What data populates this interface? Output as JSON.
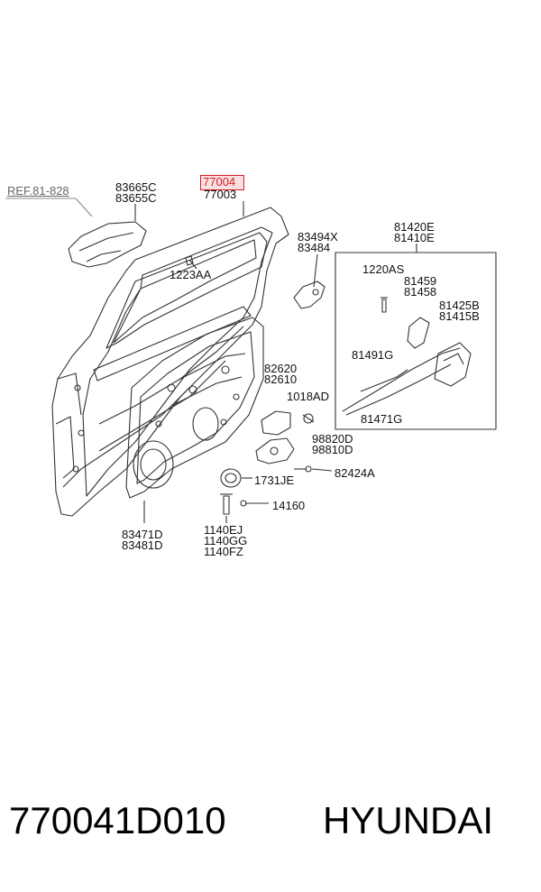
{
  "diagram": {
    "ref_label": "REF.81-828",
    "highlight_part": "77004",
    "labels": {
      "handle": [
        "83665C",
        "83655C"
      ],
      "door_panel": [
        "77003"
      ],
      "clip": [
        "1223AA"
      ],
      "inner_handle": [
        "83494X",
        "83484"
      ],
      "latch_box": [
        "81420E",
        "81410E"
      ],
      "bolt": [
        "1220AS"
      ],
      "bracket": [
        "81459",
        "81458"
      ],
      "latch": [
        "81425B",
        "81415B"
      ],
      "cable_top": [
        "81491G"
      ],
      "cable_bottom": [
        "81471G"
      ],
      "bracket_mid": [
        "82620",
        "82610"
      ],
      "screw_right": [
        "1018AD"
      ],
      "actuator": [
        "98820D",
        "98810D"
      ],
      "grommet": [
        "1731JE"
      ],
      "bolt_right": [
        "82424A"
      ],
      "bolt_small": [
        "14160"
      ],
      "trim": [
        "83471D",
        "83481D"
      ],
      "fasteners": [
        "1140EJ",
        "1140GG",
        "1140FZ"
      ]
    }
  },
  "footer": {
    "part_number": "770041D010",
    "brand": "HYUNDAI"
  }
}
